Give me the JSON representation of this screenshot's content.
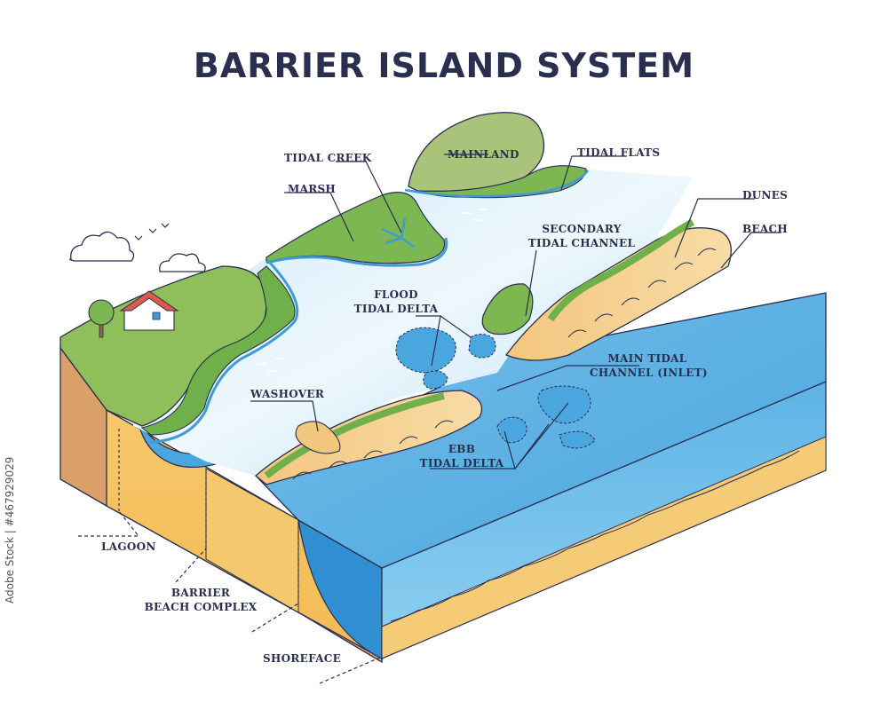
{
  "title": "BARRIER ISLAND SYSTEM",
  "labels": {
    "tidal_creek": "TIDAL CREEK",
    "marsh": "MARSH",
    "mainland": "MAINLAND",
    "tidal_flats": "TIDAL FLATS",
    "dunes": "DUNES",
    "beach": "BEACH",
    "secondary_channel_1": "SECONDARY",
    "secondary_channel_2": "TIDAL CHANNEL",
    "flood_delta_1": "FLOOD",
    "flood_delta_2": "TIDAL DELTA",
    "main_channel_1": "MAIN TIDAL",
    "main_channel_2": "CHANNEL (INLET)",
    "washover": "WASHOVER",
    "ebb_delta_1": "EBB",
    "ebb_delta_2": "TIDAL DELTA",
    "lagoon": "LAGOON",
    "barrier_1": "BARRIER",
    "barrier_2": "BEACH COMPLEX",
    "shoreface": "SHOREFACE"
  },
  "side_text": "Adobe Stock | #467929029",
  "colors": {
    "ink": "#2a2f4f",
    "land": "#8fbf5a",
    "land_dark": "#6fa544",
    "mainland": "#a9c47a",
    "water_light": "#dff1fb",
    "water": "#7cc4ec",
    "water_dark": "#3f9bd6",
    "sand": "#f5cf8a",
    "sand_dark": "#e9b866",
    "soil": "#f7c870",
    "cliff": "#d8a070"
  }
}
